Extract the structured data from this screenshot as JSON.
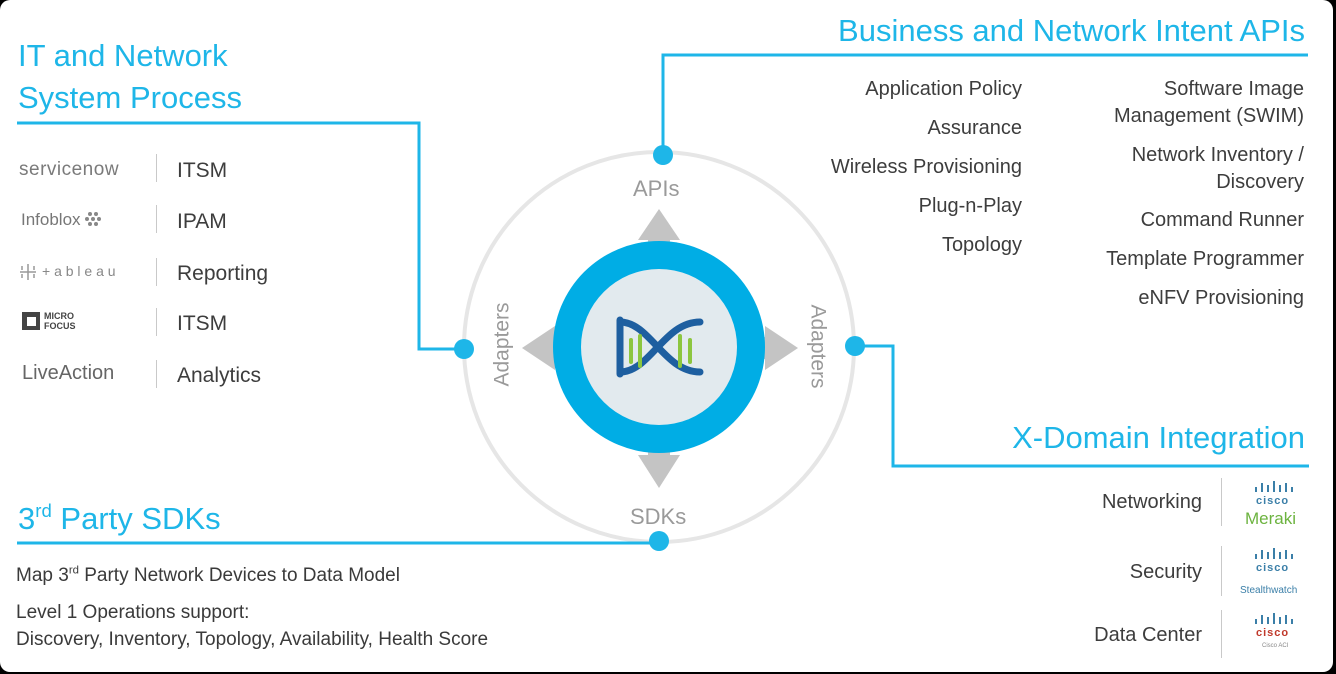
{
  "it_process": {
    "title_line1": "IT and Network",
    "title_line2": "System Process",
    "rows": [
      {
        "logo": "servicenow",
        "label": "ITSM"
      },
      {
        "logo": "Infoblox",
        "label": "IPAM"
      },
      {
        "logo": "+ a b l e a u",
        "label": "Reporting"
      },
      {
        "logo_line1": "MICRO",
        "logo_line2": "FOCUS",
        "label": "ITSM"
      },
      {
        "logo": "LiveAction",
        "label": "Analytics"
      }
    ]
  },
  "intent_apis": {
    "title": "Business and Network Intent APIs",
    "col1": [
      "Application Policy",
      "Assurance",
      "Wireless Provisioning",
      "Plug-n-Play",
      "Topology"
    ],
    "col2": [
      {
        "line1": "Software Image",
        "line2": "Management (SWIM)"
      },
      {
        "line1": "Network Inventory /",
        "line2": "Discovery"
      },
      {
        "line1": "Command Runner"
      },
      {
        "line1": "Template Programmer"
      },
      {
        "line1": "eNFV Provisioning"
      }
    ]
  },
  "hub": {
    "top_label": "APIs",
    "bottom_label": "SDKs",
    "left_label": "Adapters",
    "right_label": "Adapters"
  },
  "xdomain": {
    "title": "X-Domain Integration",
    "rows": [
      {
        "label": "Networking",
        "logo_top": "cisco",
        "logo_sub": "Meraki"
      },
      {
        "label": "Security",
        "logo_top": "cisco",
        "logo_sub": "Stealthwatch"
      },
      {
        "label": "Data Center",
        "logo_top": "cisco",
        "logo_sub": "Cisco ACI"
      }
    ]
  },
  "sdks": {
    "title_pre": "3",
    "title_sup": "rd",
    "title_post": " Party SDKs",
    "line1_pre": "Map 3",
    "line1_sup": "rd",
    "line1_post": " Party Network Devices to Data Model",
    "line2": "Level 1 Operations support:",
    "line3": "Discovery, Inventory, Topology, Availability, Health Score"
  },
  "colors": {
    "accent": "#1eb6e8",
    "ring": "#e6e6e6",
    "arrow": "#c4c4c4",
    "logo_green": "#3a9a3a",
    "logo_lime": "#8cc63f"
  }
}
